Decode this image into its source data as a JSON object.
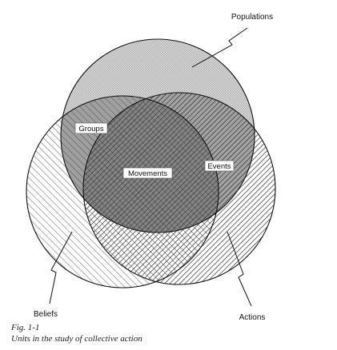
{
  "diagram": {
    "sets": [
      {
        "id": "populations",
        "label": "Populations"
      },
      {
        "id": "beliefs",
        "label": "Beliefs"
      },
      {
        "id": "actions",
        "label": "Actions"
      }
    ],
    "intersections": [
      {
        "id": "groups",
        "label": "Groups",
        "sets": [
          "populations",
          "beliefs"
        ]
      },
      {
        "id": "events",
        "label": "Events",
        "sets": [
          "populations",
          "actions"
        ]
      },
      {
        "id": "movements",
        "label": "Movements",
        "sets": [
          "populations",
          "beliefs",
          "actions"
        ]
      }
    ]
  },
  "caption": {
    "figure_number": "Fig. 1-1",
    "text": "Units in the study of collective action"
  },
  "colors": {
    "stroke": "#111111",
    "populations_fill": "#c9c9c9",
    "hatch": "#222222"
  }
}
